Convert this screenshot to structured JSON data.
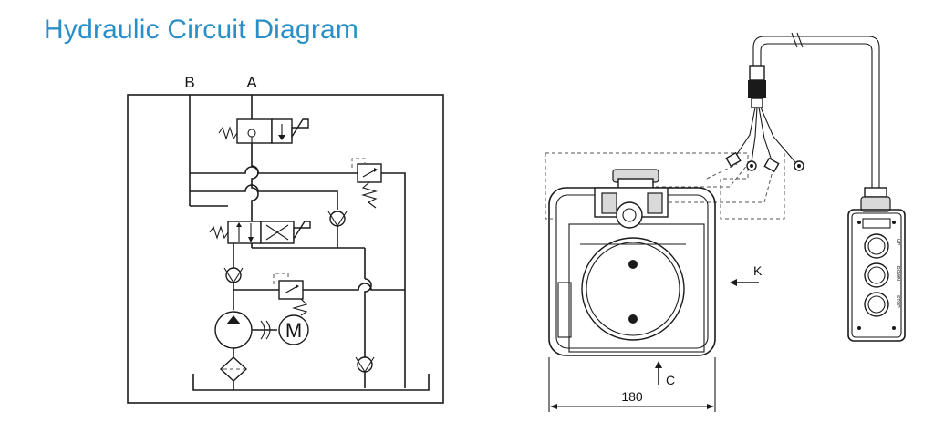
{
  "title": "Hydraulic Circuit Diagram",
  "circuit": {
    "port_b": "B",
    "port_a": "A",
    "motor": "M"
  },
  "unit_drawing": {
    "view_k": "K",
    "view_c": "C",
    "width_dimension": "180",
    "pendant_labels": {
      "up": "UP",
      "down": "DOWN",
      "stop": "STOP"
    }
  },
  "colors": {
    "title": "#2a8fc9",
    "line": "#1a1a1a"
  }
}
